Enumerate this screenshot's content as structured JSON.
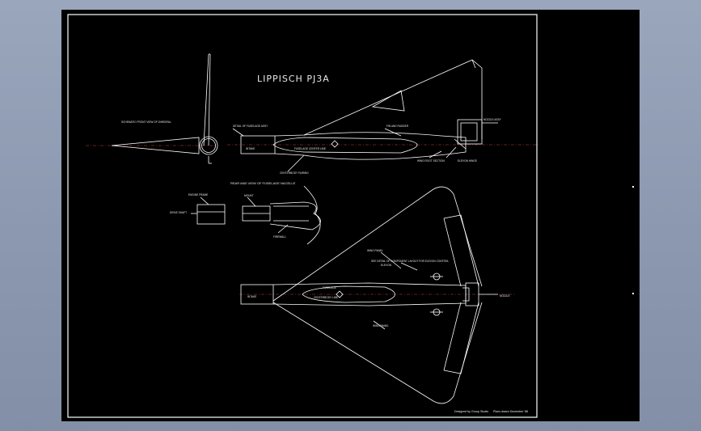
{
  "drawing": {
    "title": "LIPPISCH PJ3A",
    "colors": {
      "background": "#000000",
      "lines": "#ffffff",
      "centerline": "#d04040",
      "frame": "#ffffff"
    },
    "notes": {
      "front_view": "SCHEMATIC FRONT VIEW OF DIHEDRAL",
      "rear_view": "REAR AND VIEW OF FUSELAGE NACELLE",
      "side_top": "DETAIL OF FUSELAGE ASSY",
      "side_fin": "FIN AND RUDDER",
      "side_right": "NOZZLE ASSY",
      "side_inlet": "INTAKE",
      "side_center": "FUSELAGE CENTER LINE",
      "side_bottom": "CENTERBODY FAIRING",
      "side_lower_right": "WING ROOT SECTION",
      "side_lower_right2": "ELEVON HINGE",
      "rear_left": "ENGINE FRAME",
      "rear_left2": "DRIVE SHAFT",
      "rear_mid": "MOUNT",
      "rear_bottom": "FIREWALL",
      "plan_top": "WING PANEL",
      "plan_mid1": "SEE DETAIL OF COMPONENT LAYOUT FOR ELEVON CONTROL",
      "plan_mid2": "ELEVON",
      "plan_left": "INTAKE",
      "plan_center1": "FUSELAGE",
      "plan_center2": "CENTERBODY LINE",
      "plan_bottom": "WING PANEL",
      "plan_right": "NOZZLE"
    },
    "footer_left": "Designed by Group Studio",
    "footer_right": "Plans drawn December '88"
  }
}
